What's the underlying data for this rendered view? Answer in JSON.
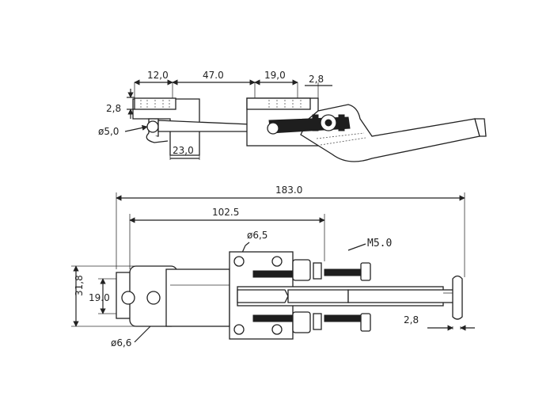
{
  "top_view": {
    "dim_12": "12,0",
    "dim_47": "47.0",
    "dim_19": "19,0",
    "dim_2_8_right": "2,8",
    "dim_2_8_left": "2,8",
    "dim_dia5": "ø5,0",
    "dim_23": "23,0"
  },
  "bottom_view": {
    "dim_183": "183.0",
    "dim_102_5": "102.5",
    "dim_dia6_5": "ø6,5",
    "dim_m5": "M5.0",
    "dim_31_8": "31,8",
    "dim_19": "19.0",
    "dim_dia6_6": "ø6,6",
    "dim_2_8": "2,8"
  }
}
